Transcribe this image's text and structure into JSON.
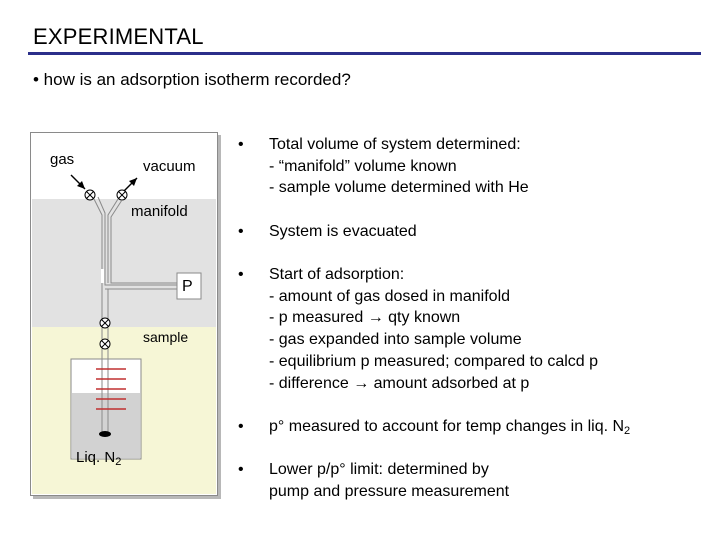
{
  "header": {
    "title": "EXPERIMENTAL",
    "subtitle": "• how is an adsorption isotherm recorded?"
  },
  "diagram": {
    "labels": {
      "gas": "gas",
      "vacuum": "vacuum",
      "manifold": "manifold",
      "pressure": "P",
      "sample": "sample",
      "liquid_prefix": "Liq. N",
      "liquid_sub": "2"
    },
    "colors": {
      "manifold_zone": "#e2e2e2",
      "sample_zone": "#f6f6d6",
      "dewar_bath": "#d2d2d2",
      "label_red": "#c03030"
    }
  },
  "bullets": [
    {
      "marker": "•",
      "lines": [
        " Total volume of system determined:",
        "- “manifold” volume known",
        "- sample volume determined with He"
      ]
    },
    {
      "marker": "•",
      "lines": [
        "System is evacuated"
      ]
    },
    {
      "marker": "•",
      "lines": [
        "Start of adsorption:",
        "- amount of gas dosed in manifold",
        "- p measured → qty known",
        "- gas expanded into sample volume",
        "- equilibrium p measured; compared to calcd p",
        "- difference → amount adsorbed at p"
      ]
    },
    {
      "marker": "•",
      "lines": [
        "p° measured to account for temp changes in liq. N"
      ],
      "sub": "2"
    },
    {
      "marker": "•",
      "lines": [
        "Lower p/p° limit: determined by",
        "pump and  pressure measurement"
      ]
    }
  ]
}
